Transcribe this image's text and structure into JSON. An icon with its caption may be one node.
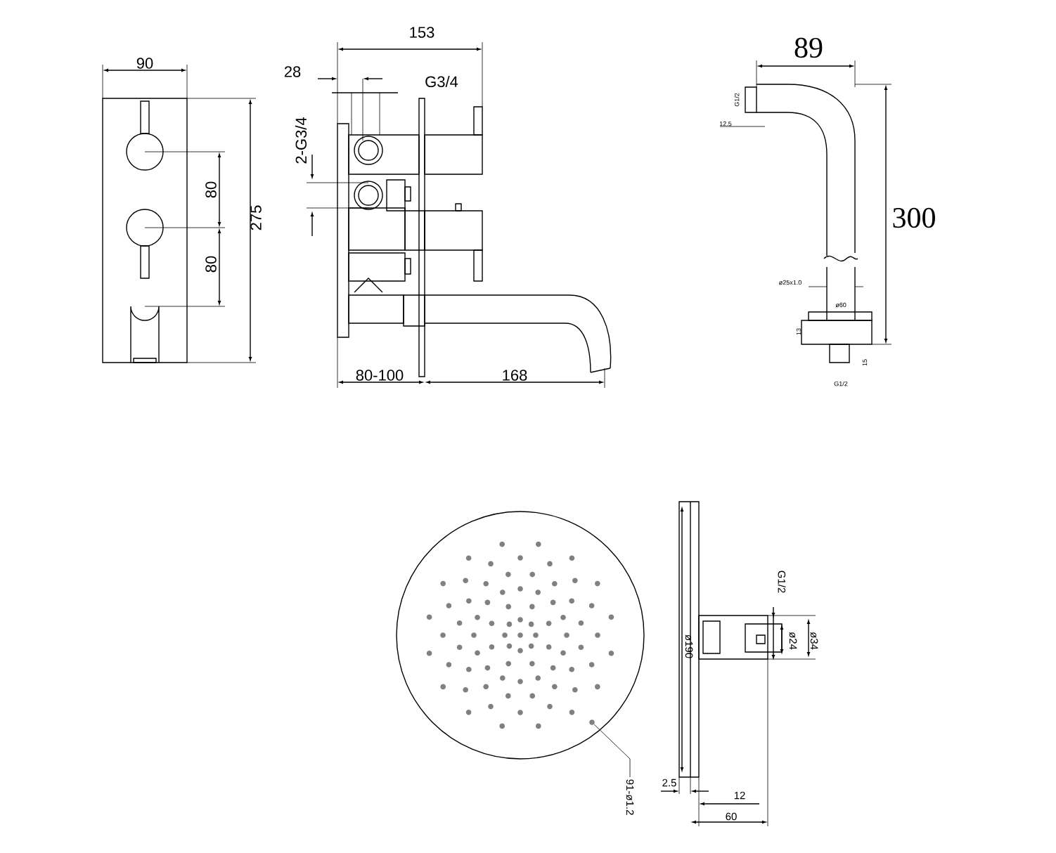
{
  "diagram": {
    "nodes": [
      {
        "text": [
          "91-ø1.2"
        ]
      },
      {
        "text": [],
        "shape": "circle"
      }
    ],
    "edges": [
      {
        "from": 0,
        "to": 1,
        "arrow": "none"
      }
    ],
    "labels": [
      "90",
      "275",
      "80",
      "80",
      "153",
      "28",
      "G3/4",
      "2-G3/4",
      "80-100",
      "168",
      "89",
      "300",
      "G1/2",
      "12.5",
      "ø25x1.0",
      "ø60",
      "13",
      "15",
      "G1/2",
      "G1/2",
      "ø190",
      "ø24",
      "ø34",
      "2.5",
      "12",
      "60"
    ]
  }
}
